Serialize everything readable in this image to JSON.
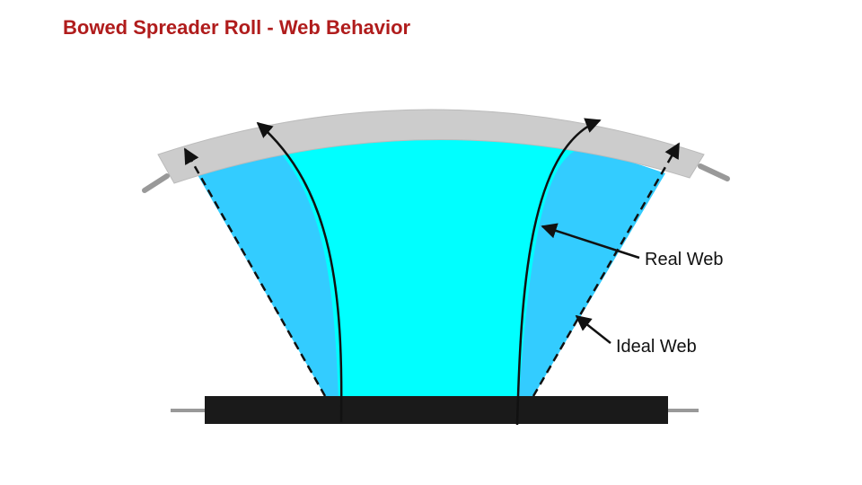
{
  "title": "Bowed Spreader Roll - Web Behavior",
  "labels": {
    "real_web": "Real Web",
    "ideal_web": "Ideal Web"
  },
  "colors": {
    "title": "#b01c1c",
    "roll": "#cccccc",
    "web_outer": "#33ccff",
    "web_inner": "#00ffff",
    "base_roll": "#1a1a1a",
    "shaft": "#999999",
    "lines": "#111111"
  }
}
